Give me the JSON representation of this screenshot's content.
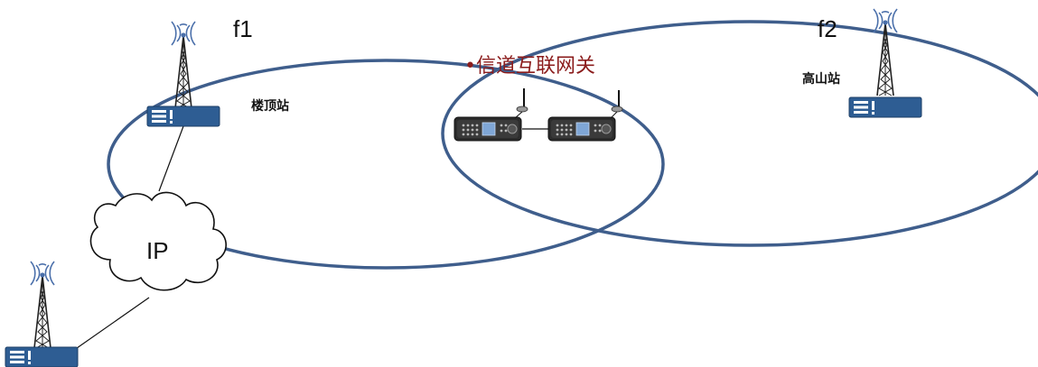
{
  "diagram": {
    "labels": {
      "freq1": "f1",
      "freq2": "f2",
      "rooftop_site": "楼顶站",
      "mountain_site": "高山站",
      "gateway": "•信道互联网关",
      "network": "IP"
    },
    "colors": {
      "coverage_ellipse": "#3f5e8c",
      "base_station": "#2e5d93",
      "antenna": "#4a6faa",
      "gateway_text": "#8b1c1c",
      "cloud_stroke": "#111111",
      "link_line": "#111111"
    },
    "icons": {
      "base_station": "base-station-icon",
      "radio_tower": "radio-tower-icon",
      "mobile_radio": "mobile-radio-icon",
      "cloud": "cloud-icon"
    }
  }
}
